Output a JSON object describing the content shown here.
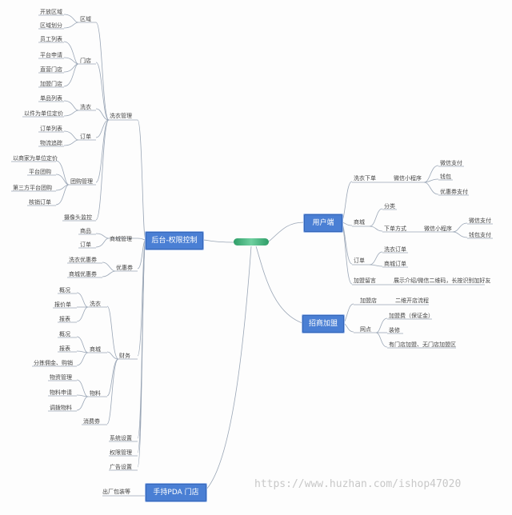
{
  "hubs": {
    "backend": "后台-权限控制",
    "user": "用户端",
    "recruit": "招商加盟",
    "pda": "手持PDA 门店"
  },
  "l1": {
    "laundry_mgmt": "洗衣管理",
    "mall_mgmt": "商城管理",
    "coupon": "优惠券",
    "finance": "财务",
    "sys_settings": "系统设置",
    "perm_mgmt": "权限管理",
    "ad_mgmt": "广告设置",
    "factory_pkg": "出厂包装等"
  },
  "l2": {
    "area": "区域",
    "store": "门店",
    "wash": "洗衣",
    "order": "订单",
    "group": "团购管理",
    "camera": "摄像头监控",
    "mall_product": "商品",
    "mall_order": "订单",
    "fin_wash": "洗衣",
    "fin_mall": "商城",
    "fin_material": "物料",
    "fin_receipt": "消费券"
  },
  "leaves": {
    "area_1": "开放区域",
    "area_2": "区域划分",
    "store_1": "员工列表",
    "store_2": "平台申请",
    "store_3": "直营门店",
    "store_4": "加盟门店",
    "wash_1": "单品列表",
    "wash_2": "以件为单位定价",
    "order_1": "订单列表",
    "order_2": "物流追踪",
    "group_1": "以商家为单位定价",
    "group_2": "平台团购",
    "group_3": "第三方平台团购",
    "group_4": "核销订单",
    "coupon_1": "洗衣优惠券",
    "coupon_2": "商城优惠券",
    "fw_1": "概况",
    "fw_2": "报价单",
    "fw_3": "报表",
    "fm_1": "概况",
    "fm_2": "报表",
    "fm_3": "分拣佣金、购销",
    "fmat_1": "物资管理",
    "fmat_2": "物料申请",
    "fmat_3": "调拨物料"
  },
  "user": {
    "wash_order": "洗衣下单",
    "wechat_mp": "微信小程序",
    "pay_1": "微信支付",
    "pay_2": "钱包",
    "pay_3": "优惠券支付",
    "mall": "商城",
    "category": "分类",
    "order_mode": "下单方式",
    "mall_wechat_mp": "微信小程序",
    "mall_pay_1": "微信支付",
    "mall_pay_2": "钱包支付",
    "orders": "订单",
    "orders_1": "洗衣订单",
    "orders_2": "商城订单",
    "join_msg": "加盟留言",
    "join_msg_desc": "展示介绍/微信二维码，长按识别加好友"
  },
  "recruit": {
    "join": "加盟店",
    "join_1": "二维开店流程",
    "network": "网点",
    "net_1": "加盟费（保证金）",
    "net_2": "装修",
    "net_3": "有门店加盟、无门店加盟区"
  },
  "watermark": "https://www.huzhan.com/ishop47020"
}
